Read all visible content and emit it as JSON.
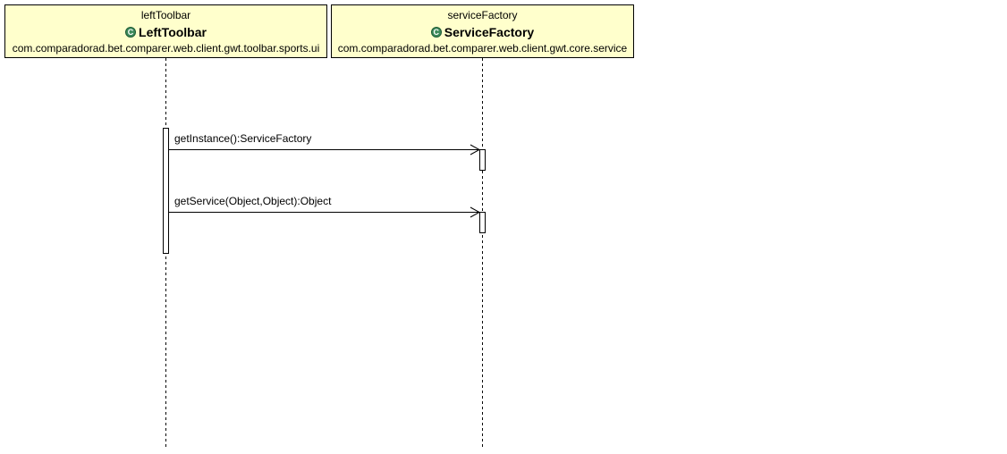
{
  "lifelines": [
    {
      "instance": "leftToolbar",
      "class_name": "LeftToolbar",
      "package": "com.comparadorad.bet.comparer.web.client.gwt.toolbar.sports.ui",
      "icon": "class-icon",
      "fill": "#ffffcc"
    },
    {
      "instance": "serviceFactory",
      "class_name": "ServiceFactory",
      "package": "com.comparadorad.bet.comparer.web.client.gwt.core.service",
      "icon": "class-icon",
      "fill": "#ffffcc"
    }
  ],
  "messages": [
    {
      "from": "leftToolbar",
      "to": "serviceFactory",
      "label": "getInstance():ServiceFactory"
    },
    {
      "from": "leftToolbar",
      "to": "serviceFactory",
      "label": "getService(Object,Object):Object"
    }
  ]
}
